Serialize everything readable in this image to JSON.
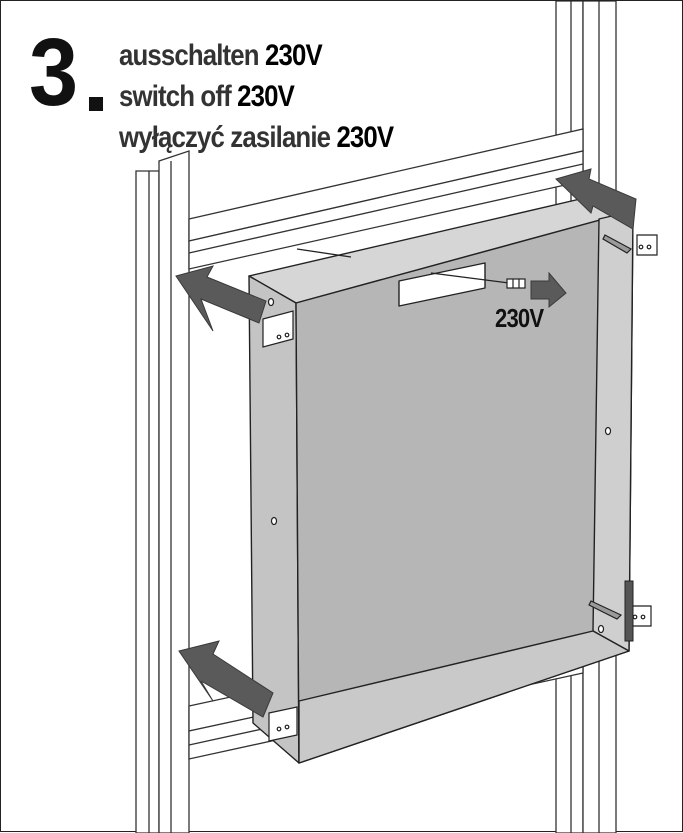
{
  "step": {
    "number": "3",
    "lines": [
      {
        "text": "ausschalten",
        "voltage": "230V"
      },
      {
        "text": "switch off",
        "voltage": "230V"
      },
      {
        "text": "wyłączyć zasilanie",
        "voltage": "230V"
      }
    ]
  },
  "cable_label": "230V",
  "colors": {
    "ink": "#111111",
    "box_face": "#b9b9b9",
    "box_side": "#cfcfcf",
    "box_inner": "#a9a9a9",
    "arrow": "#5a5a5a",
    "frame_fill": "#ffffff"
  },
  "icons": [
    "removal-arrow-icon",
    "mounting-bracket-icon",
    "connector-plug-icon"
  ]
}
